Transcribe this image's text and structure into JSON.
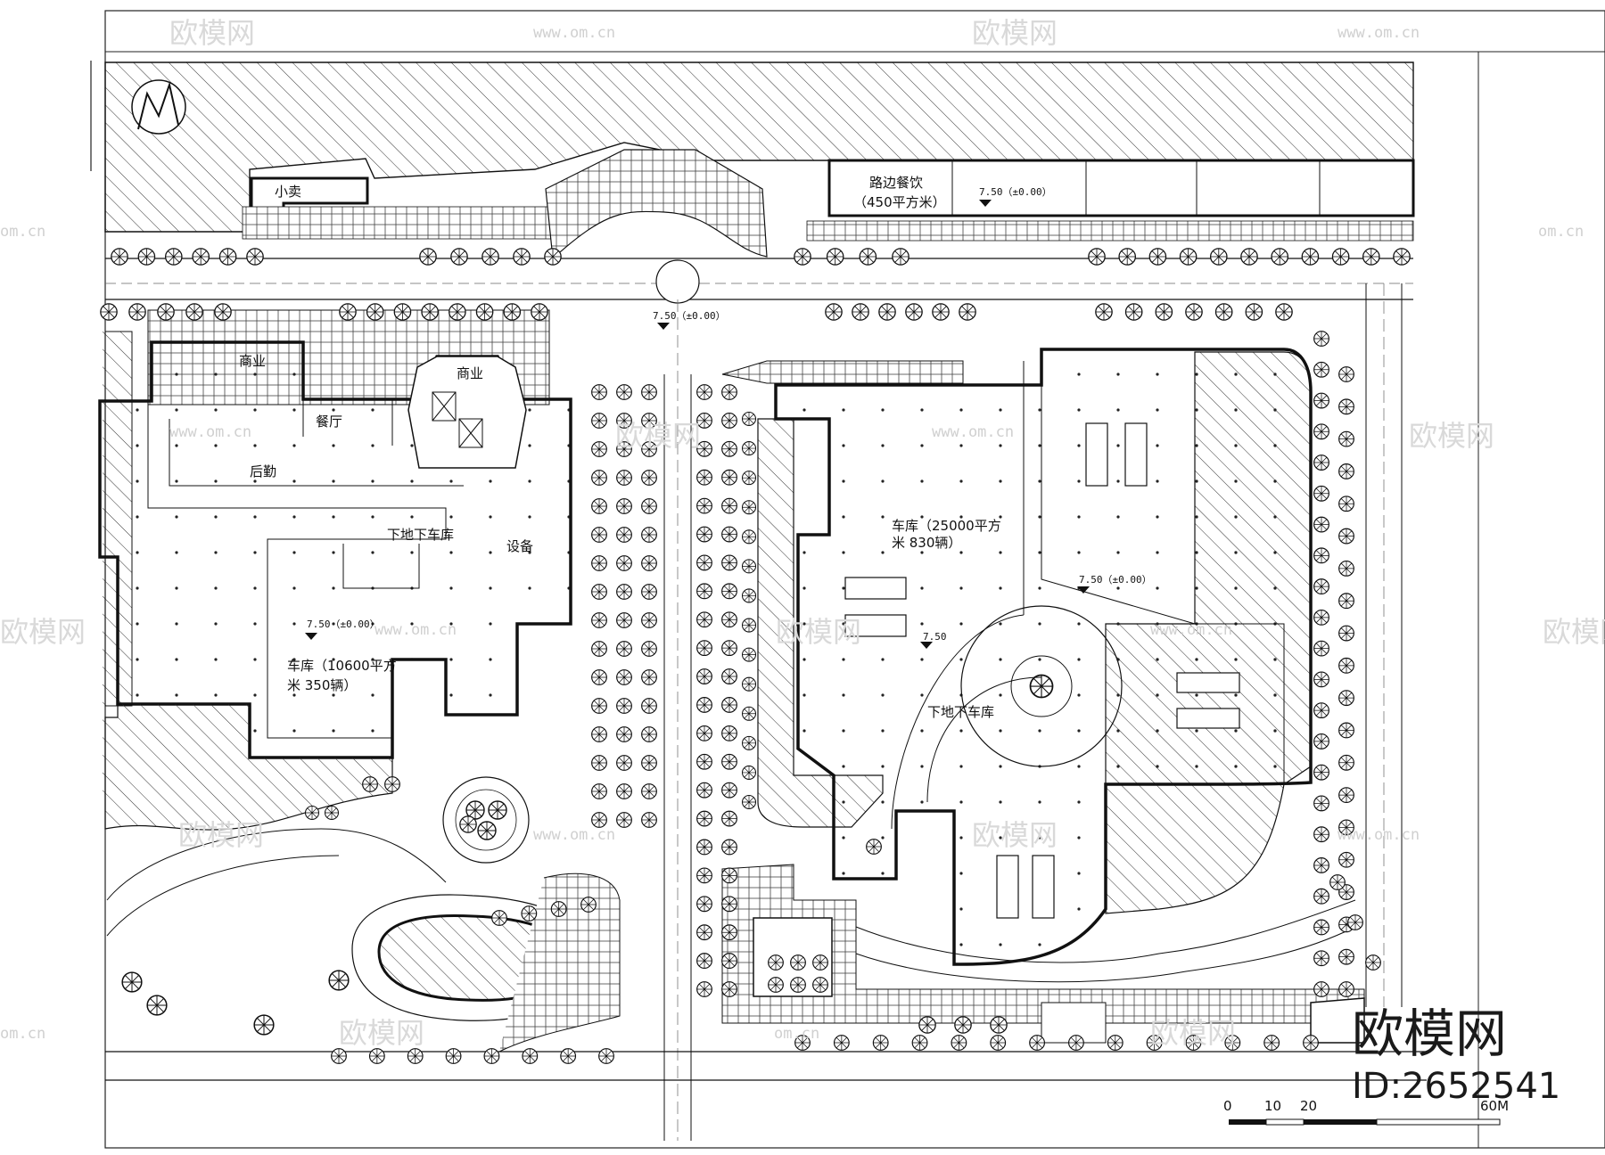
{
  "labels": {
    "kiosk": "小卖",
    "roadside_dining_1": "路边餐饮",
    "roadside_dining_2": "（450平方米）",
    "commercial_1": "商业",
    "commercial_2": "商业",
    "restaurant": "餐厅",
    "logistics": "后勤",
    "ramp_left": "下地下车库",
    "equipment": "设备",
    "garage_left_1": "车库（10600平方",
    "garage_left_2": "米 350辆）",
    "garage_right_1": "车库（25000平方",
    "garage_right_2": "米 830辆）",
    "ramp_right": "下地下车库"
  },
  "elevations": {
    "plaza": "7.50（±0.00）",
    "roadside": "7.50（±0.00）",
    "left_garage": "7.50（±0.00）",
    "right_garage": "7.50（±0.00）",
    "center": "7.50"
  },
  "scale_bar": {
    "ticks": [
      "0",
      "10",
      "20"
    ],
    "end": "60M"
  },
  "watermark": {
    "text": "欧模网",
    "url": "www.om.cn",
    "url_short": "om.cn"
  },
  "brand": {
    "name": "欧模网",
    "id": "ID:2652541"
  }
}
